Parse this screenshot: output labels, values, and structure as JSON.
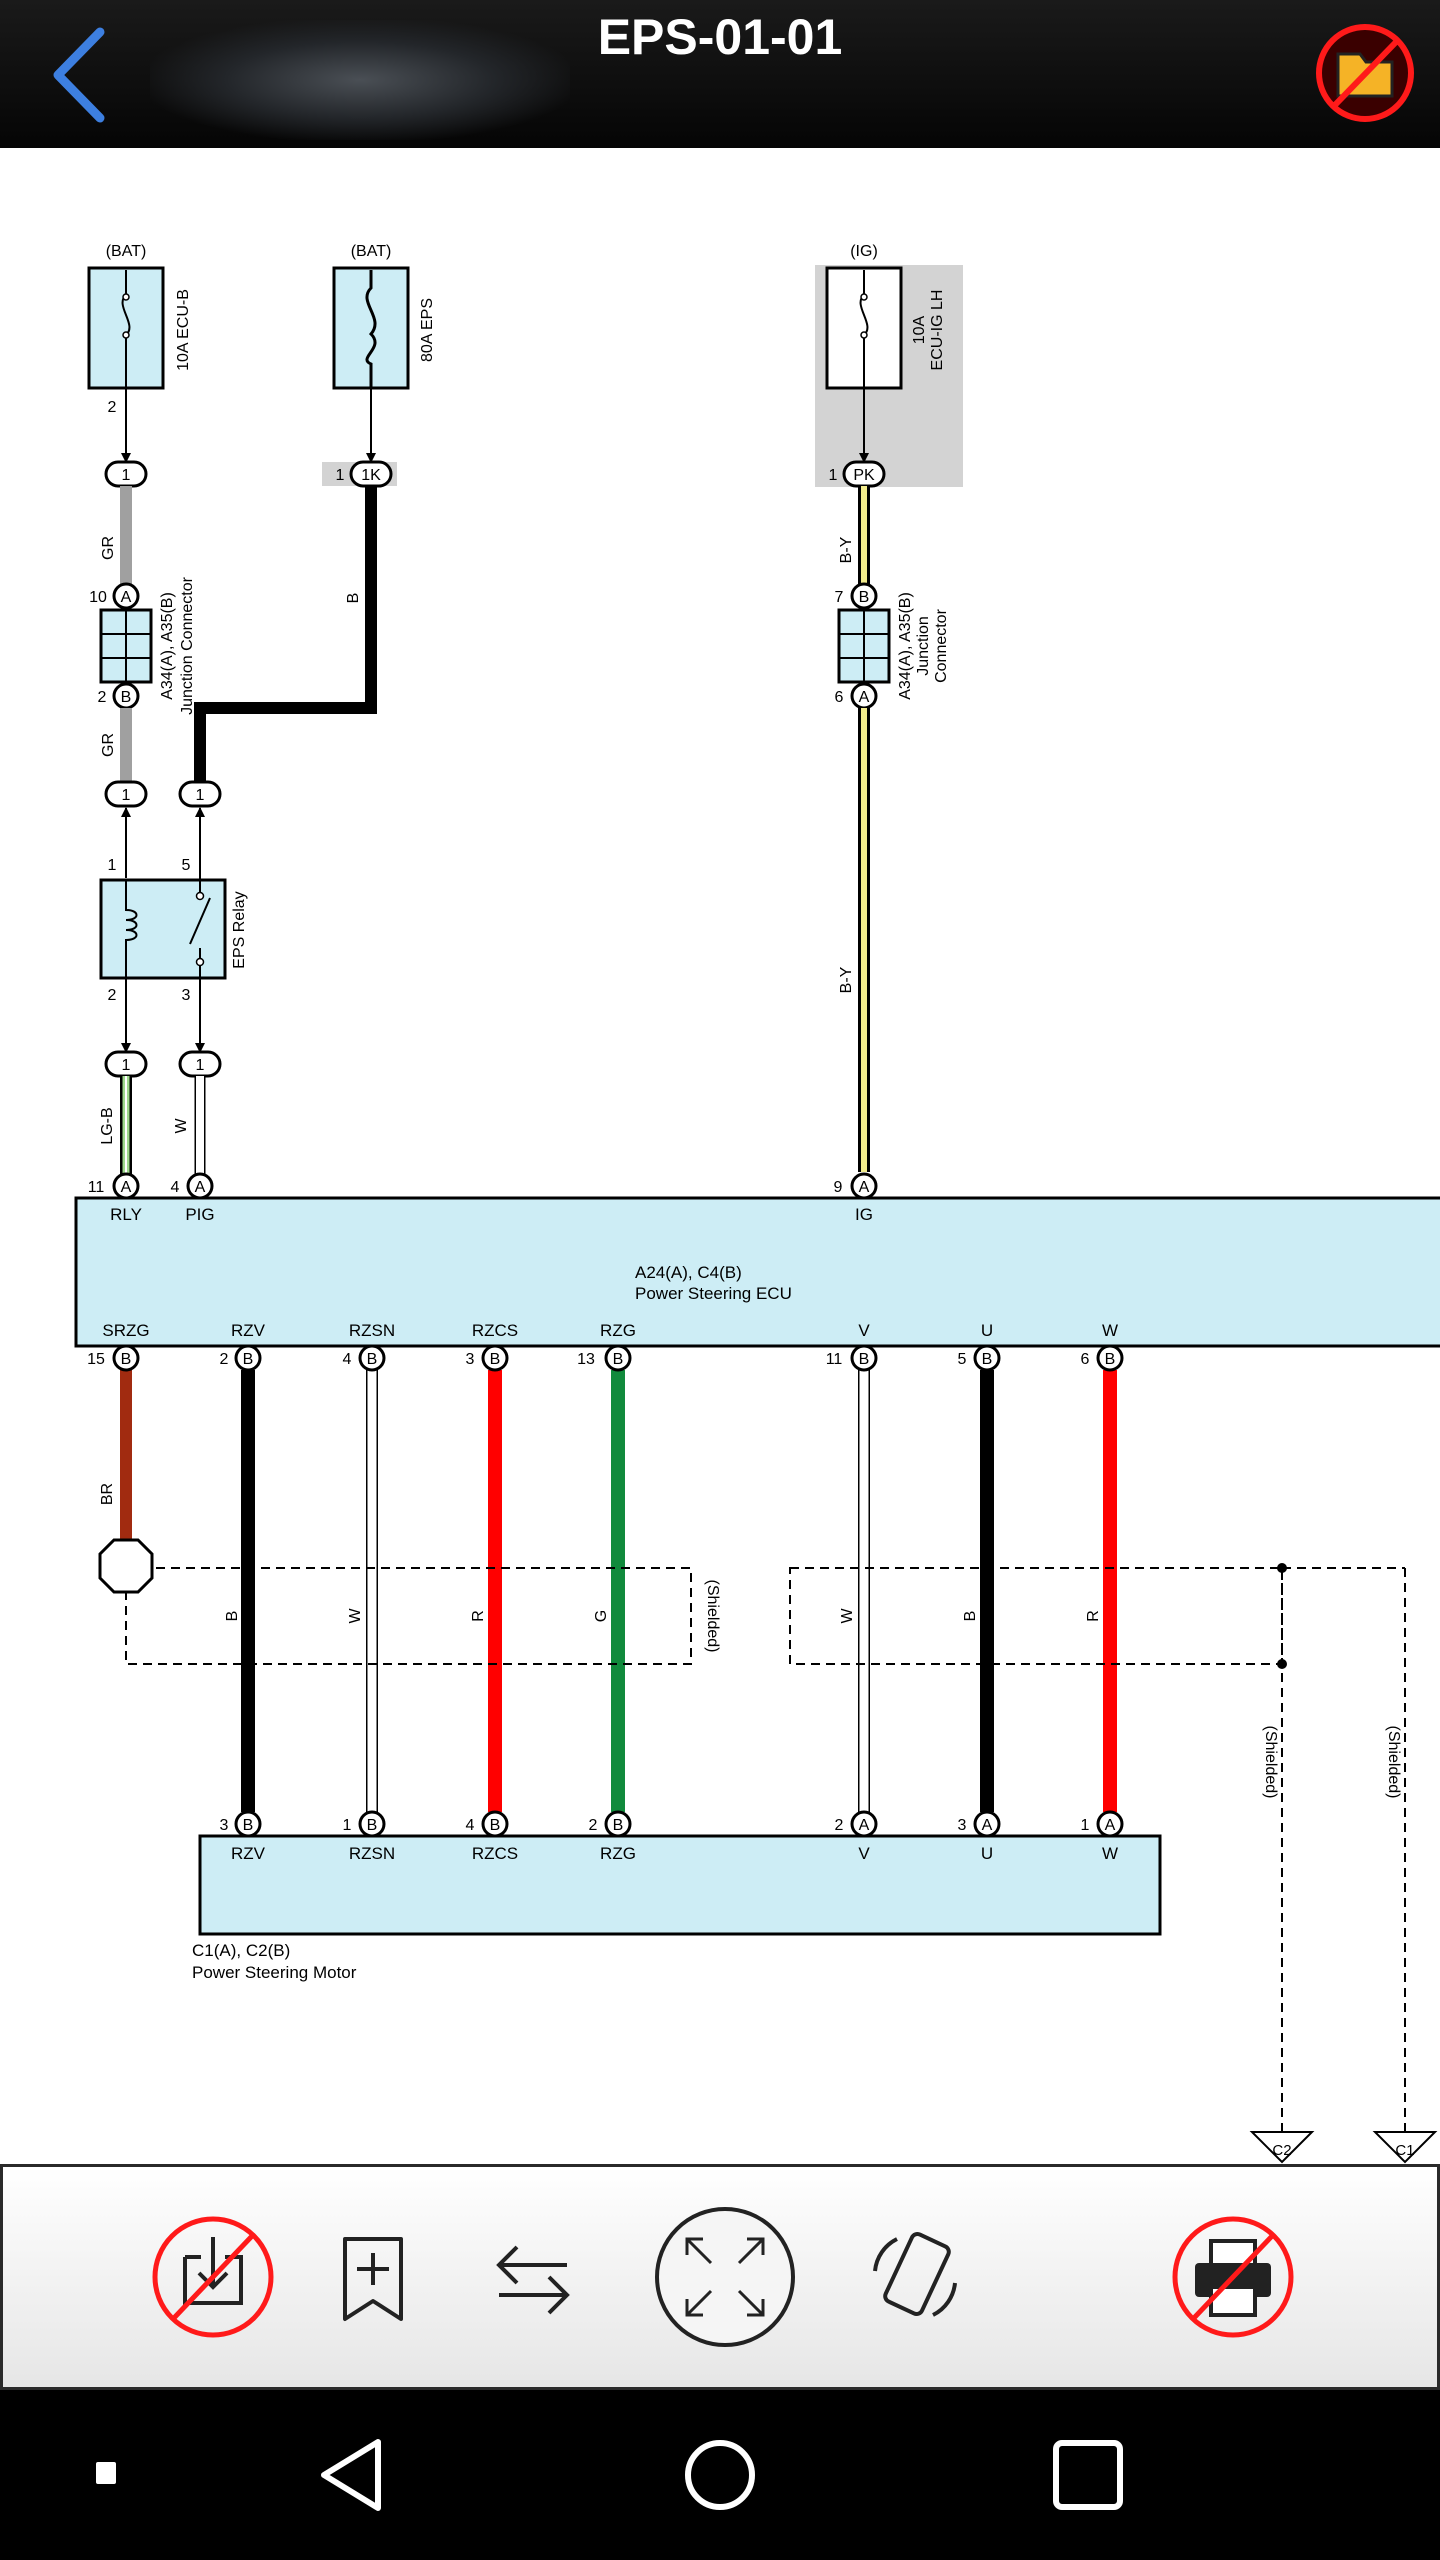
{
  "header": {
    "title": "EPS-01-01",
    "back_icon": "back-chevron-icon",
    "folder_icon": "folder-disabled-icon"
  },
  "diagram": {
    "fuses": [
      {
        "supply": "(BAT)",
        "name": "10A ECU-B",
        "pin": "2"
      },
      {
        "supply": "(BAT)",
        "name": "80A EPS"
      },
      {
        "supply": "(IG)",
        "name_line1": "10A",
        "name_line2": "ECU-IG LH"
      }
    ],
    "pins": {
      "fuse2_pin": "1",
      "fuse2_conn": "1K",
      "fuse3_pin": "1",
      "fuse3_conn": "PK",
      "junction_left_top_pin": "10",
      "junction_left_bottom_pin": "2",
      "junction_right_top_pin": "7",
      "junction_right_bottom_pin": "6",
      "relay_pin1": "1",
      "relay_pin5": "5",
      "relay_pin2": "2",
      "relay_pin3": "3",
      "ecu_rly_pin": "11",
      "ecu_pig_pin": "4",
      "ecu_ig_pin": "9"
    },
    "connector_letters": {
      "a": "A",
      "b": "B",
      "one": "1"
    },
    "junction_connector": {
      "line1": "A34(A), A35(B)",
      "line2": "Junction Connector",
      "line3": "Junction",
      "line4": "Connector"
    },
    "relay": {
      "label": "EPS Relay"
    },
    "ecu": {
      "name_line1": "A24(A), C4(B)",
      "name_line2": "Power Steering ECU",
      "top_terms": [
        "RLY",
        "PIG",
        "IG"
      ],
      "bottom_terms": [
        {
          "name": "SRZG",
          "pin": "15",
          "conn": "B"
        },
        {
          "name": "RZV",
          "pin": "2",
          "conn": "B"
        },
        {
          "name": "RZSN",
          "pin": "4",
          "conn": "B"
        },
        {
          "name": "RZCS",
          "pin": "3",
          "conn": "B"
        },
        {
          "name": "RZG",
          "pin": "13",
          "conn": "B"
        },
        {
          "name": "V",
          "pin": "11",
          "conn": "B"
        },
        {
          "name": "U",
          "pin": "5",
          "conn": "B"
        },
        {
          "name": "W",
          "pin": "6",
          "conn": "B"
        }
      ]
    },
    "motor": {
      "name_line1": "C1(A), C2(B)",
      "name_line2": "Power Steering Motor",
      "terms": [
        {
          "name": "RZV",
          "pin": "3",
          "conn": "B"
        },
        {
          "name": "RZSN",
          "pin": "1",
          "conn": "B"
        },
        {
          "name": "RZCS",
          "pin": "4",
          "conn": "B"
        },
        {
          "name": "RZG",
          "pin": "2",
          "conn": "B"
        },
        {
          "name": "V",
          "pin": "2",
          "conn": "A"
        },
        {
          "name": "U",
          "pin": "3",
          "conn": "A"
        },
        {
          "name": "W",
          "pin": "1",
          "conn": "A"
        }
      ]
    },
    "wire_colors": {
      "gr1": "GR",
      "gr2": "GR",
      "b_main": "B",
      "by1": "B-Y",
      "by2": "B-Y",
      "lgb": "LG-B",
      "w_pig": "W",
      "br": "BR",
      "rzv": "B",
      "rzsn": "W",
      "rzcs": "R",
      "rzg": "G",
      "v": "W",
      "u": "B",
      "w": "R"
    },
    "shielded": [
      "(Shielded)",
      "(Shielded)",
      "(Shielded)"
    ],
    "offpage": [
      "C2",
      "C1"
    ],
    "colors": {
      "black": "#000000",
      "gray": "#a0a0a0",
      "yellow": "#f2ec8c",
      "green_light": "#9ed88c",
      "brown": "#a12b10",
      "red": "#ff0000",
      "green": "#118a3c",
      "ecu_fill": "#cdedf5",
      "shade": "#d3d3d3"
    }
  },
  "toolbar": {
    "items": [
      {
        "icon": "download-disabled-icon"
      },
      {
        "icon": "bookmark-add-icon"
      },
      {
        "icon": "swap-arrows-icon"
      },
      {
        "icon": "fullscreen-icon"
      },
      {
        "icon": "rotate-screen-icon"
      },
      {
        "icon": "print-disabled-icon"
      }
    ]
  },
  "navbar": {
    "items": [
      "recents-small-icon",
      "back-triangle-icon",
      "home-circle-icon",
      "overview-square-icon"
    ]
  }
}
